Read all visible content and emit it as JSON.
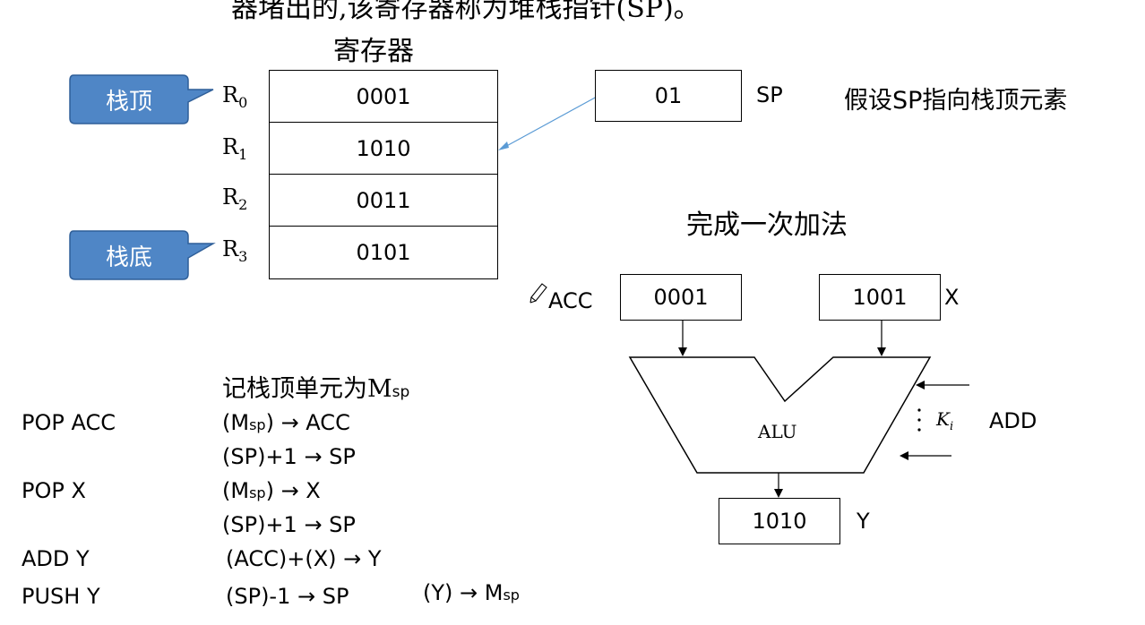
{
  "header": {
    "partial_text": "器堵出的,该寄存器称为堆栈指针(SP)。"
  },
  "registers": {
    "title": "寄存器",
    "rows": [
      {
        "label": "R",
        "sub": "0",
        "value": "0001"
      },
      {
        "label": "R",
        "sub": "1",
        "value": "1010"
      },
      {
        "label": "R",
        "sub": "2",
        "value": "0011"
      },
      {
        "label": "R",
        "sub": "3",
        "value": "0101"
      }
    ]
  },
  "callouts": {
    "top": "栈顶",
    "bottom": "栈底"
  },
  "sp": {
    "value": "01",
    "label": "SP"
  },
  "assumption": "假设SP指向栈顶元素",
  "adder": {
    "title": "完成一次加法",
    "acc_label": "ACC",
    "acc_value": "0001",
    "x_value": "1001",
    "x_label": "X",
    "alu_label": "ALU",
    "ki_label": "K",
    "ki_sub": "i",
    "op_label": "ADD",
    "y_value": "1010",
    "y_label": "Y"
  },
  "note": {
    "text": "记栈顶单元为M",
    "sub": "sp"
  },
  "program": {
    "pop_acc": {
      "op": "POP  ACC",
      "m": "(M",
      "sub": "sp",
      "rest": ") → ACC",
      "line2": "(SP)+1 → SP"
    },
    "pop_x": {
      "op": "POP X",
      "m": "(M",
      "sub": "sp",
      "rest": ") → X",
      "line2": "(SP)+1 → SP"
    },
    "add_y": {
      "op": "ADD Y",
      "expr": "(ACC)+(X) → Y"
    },
    "push_y": {
      "op": "PUSH Y",
      "expr": "(SP)-1 → SP",
      "expr2": "(Y) → M",
      "sub": "sp"
    }
  },
  "colors": {
    "callout_fill": "#4f86c6",
    "callout_stroke": "#2f5f99",
    "sp_arrow": "#5b9bd5"
  }
}
